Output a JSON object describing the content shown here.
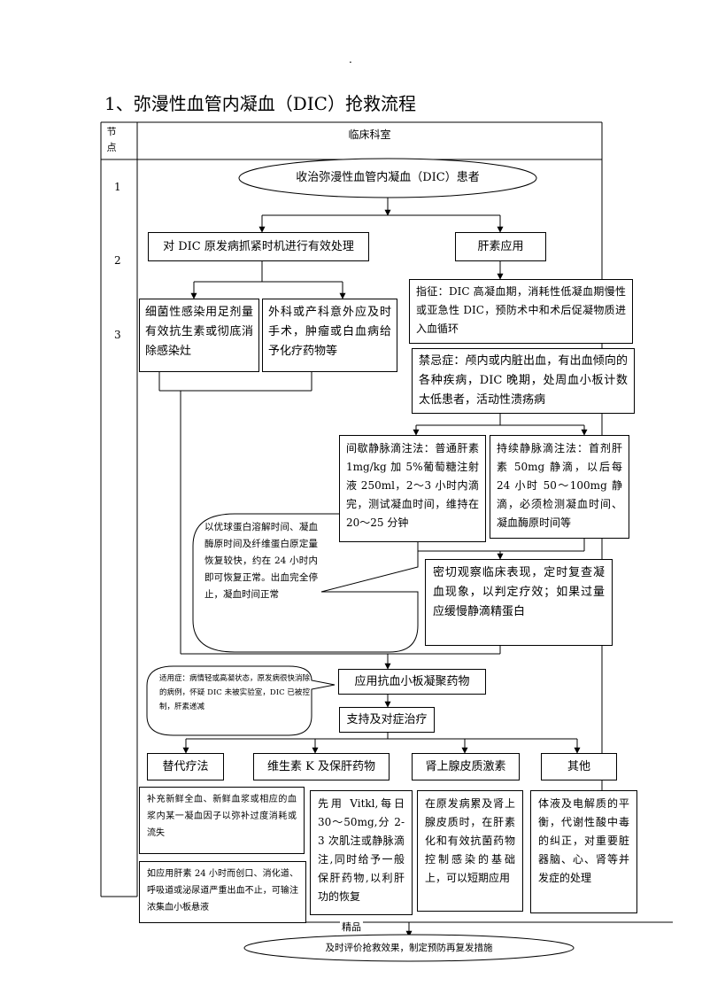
{
  "header_mark": ".",
  "title": "1、弥漫性血管内凝血（DIC）抢救流程",
  "table_header": {
    "node": "节 点",
    "dept": "临床科室"
  },
  "steps": [
    "1",
    "2",
    "3"
  ],
  "nodes": {
    "start": "收治弥漫性血管内凝血（DIC）患者",
    "primary": "对 DIC 原发病抓紧时机进行有效处理",
    "heparin": "肝素应用",
    "infection": "细菌性感染用足剂量有效抗生素或彻底消除感染灶",
    "surgery": "外科或产科意外应及时手术，肿瘤或白血病给予化疗药物等",
    "indication": "指征：DIC 高凝血期，消耗性低凝血期慢性或亚急性 DIC，预防术中和术后促凝物质进入血循环",
    "contra": "禁忌症：颅内或内脏出血，有出血倾向的各种疾病，DIC 晚期，处周血小板计数太低患者，活动性溃疡病",
    "intermittent": "间歇静脉滴注法：普通肝素 1mg/kg 加 5%葡萄糖注射液 250ml，2～3 小时内滴完，测试凝血时间，维持在 20～25 分钟",
    "continuous": "持续静脉滴注法：首剂肝素 50mg 静滴，以后每 24 小时 50～100mg 静滴，必须检测凝血时间、凝血酶原时间等",
    "callout1": "以优球蛋白溶解时间、凝血酶原时间及纤维蛋白原定量恢复较快，约在 24 小时内即可恢复正常。出血完全停止，凝血时间正常",
    "observe": "密切观察临床表现，定时复查凝血现象，以判定疗效；如果过量应缓慢静滴精蛋白",
    "callout2": "适用症：病情轻或高凝状态，原发病很快消除的病例，怀疑 DIC 未被实验室，DIC 已被控制，肝素递减",
    "antiplatelet": "应用抗血小板凝聚药物",
    "supportive": "支持及对症治疗",
    "replacement": "替代疗法",
    "vitk": "维生素 K 及保肝药物",
    "steroid": "肾上腺皮质激素",
    "other": "其他",
    "replacement_desc1": "补充新鲜全血、新鲜血浆或相应的血浆内某一凝血因子以弥补过度消耗或流失",
    "replacement_desc2": "如应用肝素 24 小时而创口、消化道、呼吸道或泌尿道严重出血不止，可输注浓集血小板悬液",
    "vitk_desc": "先用 Vitkl,每日 30～50mg,分 2-3 次肌注或静脉滴注,同时给予一般保肝药物,以利肝功的恢复",
    "steroid_desc": "在原发病累及肾上腺皮质时，在肝素化和有效抗菌药物控制感染的基础上，可以短期应用",
    "other_desc": "体液及电解质的平衡，代谢性酸中毒的纠正，对重要脏器脑、心、肾等并发症的处理",
    "end": "及时评价抢救效果，制定预防再复发措施"
  },
  "footer_mark": "精品"
}
